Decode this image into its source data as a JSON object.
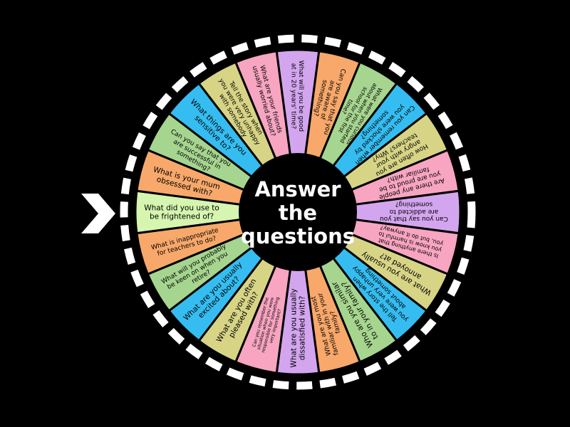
{
  "title_lines": [
    "Answer",
    "the",
    "questions"
  ],
  "colors": {
    "background": "#000000",
    "center": "#000000",
    "center_text": "#ffffff",
    "ring_dash": "#ffffff",
    "pointer": "#ffffff",
    "segment_outline": "#000000",
    "segment_text": "#000000"
  },
  "segments": [
    {
      "text": "What did you use to be frightened of?",
      "color": "#d6f5b0"
    },
    {
      "text": "What is your mum obsessed with?",
      "color": "#f7a86a"
    },
    {
      "text": "Can you say that you are successful in something?",
      "color": "#a6d58f"
    },
    {
      "text": "What things are you sensitive to?",
      "color": "#35bdf1"
    },
    {
      "text": "Tell the story when you were very unhappy with somebody",
      "color": "#d7d486"
    },
    {
      "text": "What are your friends usually worried about?",
      "color": "#f7a5c0"
    },
    {
      "text": "What will you be good at in 20 years' time?",
      "color": "#d3a5ef"
    },
    {
      "text": "Can you say that you are aware of something?",
      "color": "#f7a86a"
    },
    {
      "text": "What were you curious about when you started school for the first time?",
      "color": "#a6d58f"
    },
    {
      "text": "Can you remember when you were shocked by something?",
      "color": "#35bdf1"
    },
    {
      "text": "How often are you angry with your teachers? Why?",
      "color": "#d7d486"
    },
    {
      "text": "Are there any people you are proud to be familiar with?",
      "color": "#f7a5c0"
    },
    {
      "text": "Can you say that you are addicted to something?",
      "color": "#d3a5ef"
    },
    {
      "text": "Is there anything that you know is harmful to you, but do it anyway?",
      "color": "#f7a5c0"
    },
    {
      "text": "What are you usually annoyed at?",
      "color": "#d7d486"
    },
    {
      "text": "Tell the story when you were very unhappy about something",
      "color": "#35bdf1"
    },
    {
      "text": "Who are you similar to in your family?",
      "color": "#a6d58f"
    },
    {
      "text": "What are you most familiar with in your family?",
      "color": "#f7a86a"
    },
    {
      "text": "What are you usually dissatisfied with?",
      "color": "#d3a5ef"
    },
    {
      "text": "Can you remember the situation when you were responsible for something very important?",
      "color": "#f7a5c0"
    },
    {
      "text": "What are you often pleased with?",
      "color": "#d7d486"
    },
    {
      "text": "What are you usually excited about?",
      "color": "#35bdf1"
    },
    {
      "text": "What will you probably be keen on when you retire?",
      "color": "#a6d58f"
    },
    {
      "text": "What is inappropriate for teachers to do?",
      "color": "#f7a86a"
    }
  ]
}
